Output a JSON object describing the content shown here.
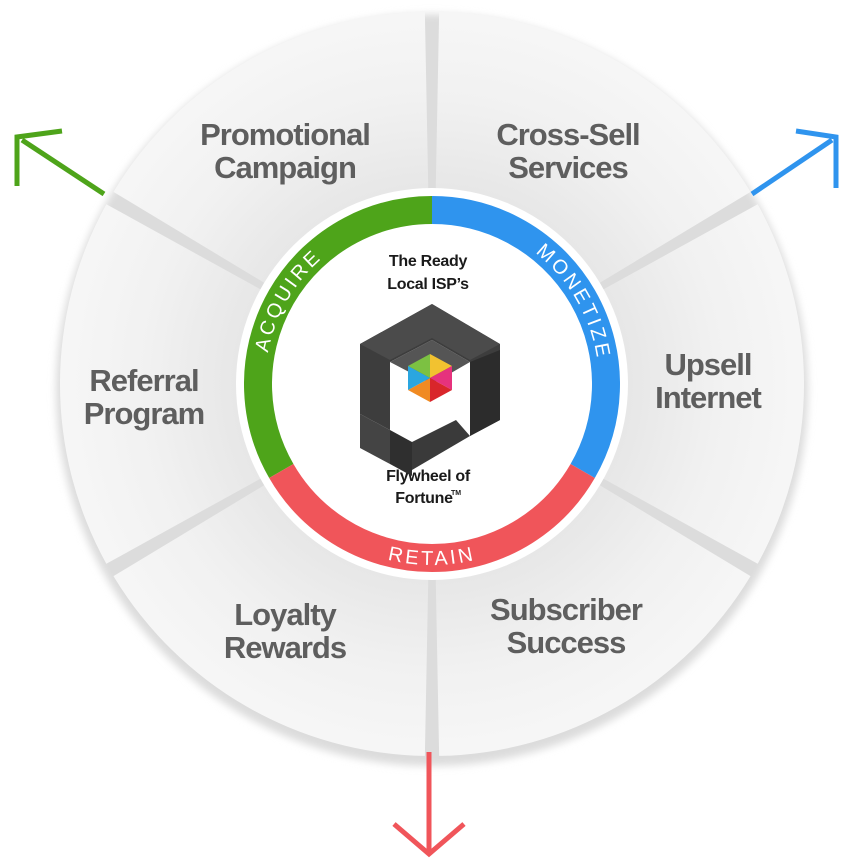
{
  "segments": [
    {
      "id": "promotional",
      "lines": [
        "Promotional",
        "Campaign"
      ]
    },
    {
      "id": "cross-sell",
      "lines": [
        "Cross-Sell",
        "Services"
      ]
    },
    {
      "id": "upsell",
      "lines": [
        "Upsell",
        "Internet"
      ]
    },
    {
      "id": "subscriber",
      "lines": [
        "Subscriber",
        "Success"
      ]
    },
    {
      "id": "loyalty",
      "lines": [
        "Loyalty",
        "Rewards"
      ]
    },
    {
      "id": "referral",
      "lines": [
        "Referral",
        "Program"
      ]
    }
  ],
  "ring": {
    "acquire": {
      "label": "ACQUIRE",
      "color": "#4ea41a"
    },
    "monetize": {
      "label": "MONETIZE",
      "color": "#2f94ee"
    },
    "retain": {
      "label": "RETAIN",
      "color": "#f0555a"
    }
  },
  "center": {
    "title_line1": "The Ready",
    "title_line2": "Local ISP’s",
    "subtitle_line1": "Flywheel of",
    "subtitle_line2": "Fortune",
    "trademark": "TM"
  },
  "arrows": {
    "acquire_color": "#4ea41a",
    "monetize_color": "#2f94ee",
    "retain_color": "#f0555a"
  },
  "colors": {
    "segment_fill": "#eeeeee",
    "segment_text": "#5e5e5e",
    "logo_dark": "#3d3d3d"
  }
}
